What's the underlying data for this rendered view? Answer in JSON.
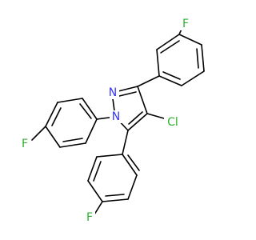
{
  "colors": {
    "background": "#ffffff",
    "bond": "#000000",
    "N": "#3333ff",
    "Cl": "#2fb02f",
    "F": "#2fb02f"
  },
  "atoms": {
    "n2": "N",
    "n1": "N",
    "cl": "Cl",
    "f_top": "F",
    "f_left": "F",
    "f_bottom": "F"
  }
}
